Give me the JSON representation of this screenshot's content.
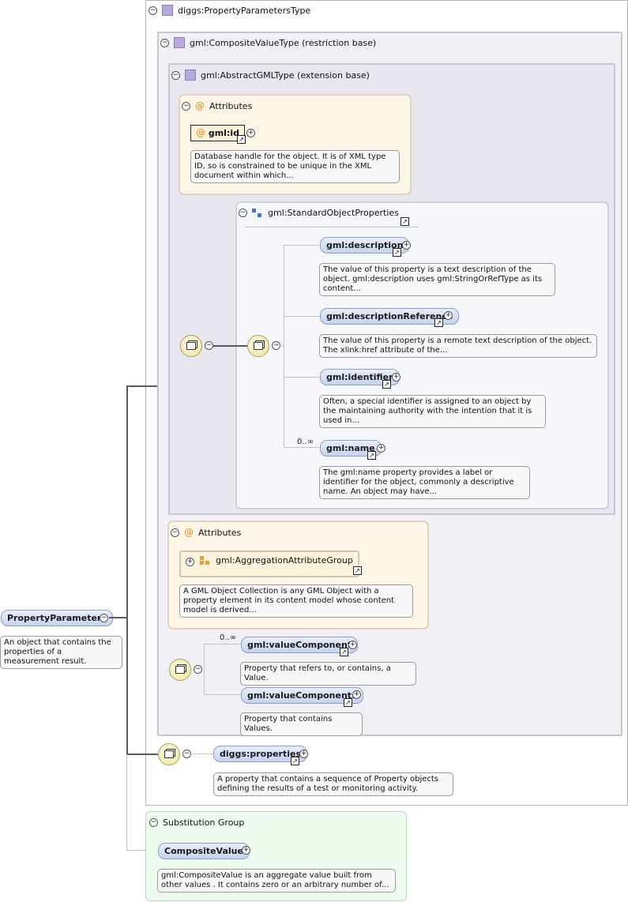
{
  "root": {
    "name": "PropertyParameters",
    "doc": "An object that contains the properties of a measurement result."
  },
  "type": {
    "title": "diggs:PropertyParametersType",
    "composite": {
      "title": "gml:CompositeValueType (restriction base)",
      "abstract": {
        "title": "gml:AbstractGMLType (extension base)",
        "attributes_title": "Attributes",
        "id_attr": "gml:id",
        "id_doc": "Database handle for the object. It is of XML type ID, so is constrained to be unique in the XML document within which...",
        "std_props": {
          "title": "gml:StandardObjectProperties",
          "items": [
            {
              "name": "gml:description",
              "doc": "The value of this property is a text description of the object. gml:description uses gml:StringOrRefType as its content..."
            },
            {
              "name": "gml:descriptionReference",
              "doc": "The value of this property is a remote text description of the object. The xlink:href attribute of the..."
            },
            {
              "name": "gml:identifier",
              "doc": "Often, a special identifier is assigned to an object by the maintaining authority with the intention that it is used in..."
            },
            {
              "name": "gml:name",
              "occurs": "0..∞",
              "doc": "The gml:name property provides a label or identifier for the object, commonly a descriptive name. An object may have..."
            }
          ]
        }
      },
      "attributes_title": "Attributes",
      "agg_group": "gml:AggregationAttributeGroup",
      "agg_doc": "A GML Object Collection is any GML Object with a property element in its content model whose content model is derived...",
      "value_component": {
        "name": "gml:valueComponent",
        "occurs": "0..∞",
        "doc": "Property that refers to, or contains, a Value."
      },
      "value_components": {
        "name": "gml:valueComponents",
        "doc": "Property that contains Values."
      }
    },
    "properties": {
      "name": "diggs:properties",
      "doc": "A property that contains a sequence of Property objects defining the results of a test or monitoring activity."
    }
  },
  "substitution": {
    "title": "Substitution Group",
    "name": "CompositeValue",
    "doc": "gml:CompositeValue is an aggregate value built from other values . It contains zero or an arbitrary number of..."
  },
  "symbols": {
    "collapse": "−",
    "expand": "+",
    "link": "↗",
    "at": "@"
  }
}
